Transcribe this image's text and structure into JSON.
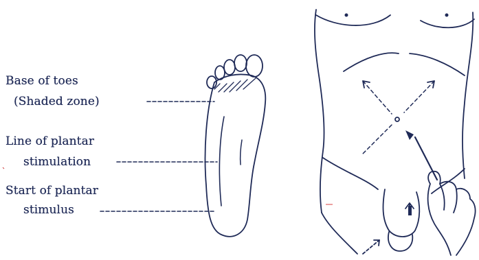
{
  "figure": {
    "ink_color": "#1f2a57",
    "labels": {
      "base_of_toes_line1": "Base of toes",
      "base_of_toes_line2": "(Shaded zone)",
      "line_of_plantar_line1": "Line of plantar",
      "line_of_plantar_line2": "stimulation",
      "start_of_plantar_line1": "Start of plantar",
      "start_of_plantar_line2": "stimulus"
    }
  }
}
